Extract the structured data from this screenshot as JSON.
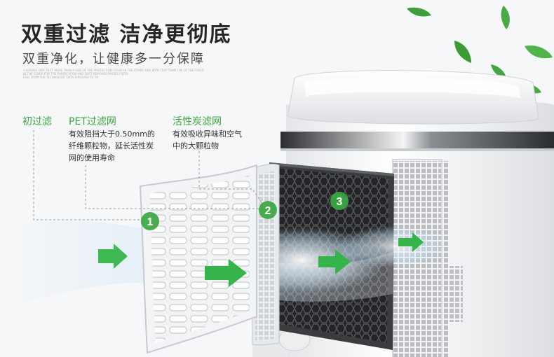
{
  "header": {
    "title": "双重过滤 洁净更彻底",
    "subtitle": "双重净化，让健康多一分保障",
    "fine_print": [
      "A DOUBLE DIRT TEXT: MORE THAN A SIDE OF THE PROTECTION COVER IN THE OTHER SIDE WITH TEXT THAN THE OF THE FORCE",
      "IN THE COVER FOR THE PURIFICATION AND DUST REMOVES PASSES FILTER",
      "FEEL FROM THE TECHNOLOGY DATA THROUGH TO TH"
    ]
  },
  "filters": [
    {
      "label": "初过滤",
      "description": ""
    },
    {
      "label": "PET过滤网",
      "description": "有效阻挡大于0.50mm的\n纤维颗粒物，延长活性炭\n网的使用寿命"
    },
    {
      "label": "活性炭滤网",
      "description": "有效吸收异味和空气\n中的大颗粒物"
    }
  ],
  "markers": [
    "1",
    "2",
    "3"
  ],
  "colors": {
    "accent_green": "#3aa63f",
    "arrow_green": "#34b44a",
    "title_text": "#262626"
  },
  "icons": [
    "leaf-icon",
    "air-flow-arrow-icon",
    "purifier-unit",
    "pre-filter-panel",
    "pet-filter-panel",
    "carbon-filter-panel"
  ]
}
